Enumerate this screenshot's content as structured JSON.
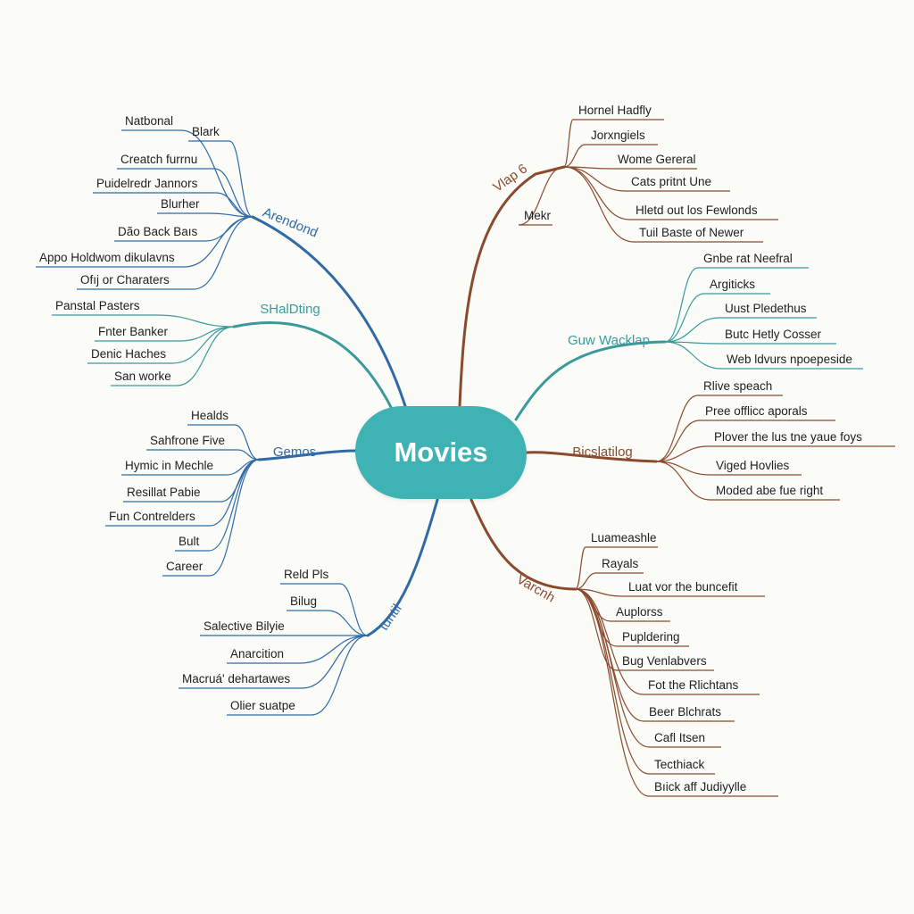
{
  "center": {
    "label": "Movies",
    "color": "#3fb3b3"
  },
  "branches": [
    {
      "id": "arendond",
      "label": "Arendond",
      "color": "#2f6aa6",
      "leaves": [
        "Natbonal",
        "Blark",
        "Creatch furrnu",
        "Puidelredr Jannors",
        "Blurher",
        "Dão Back Baıs",
        "Appo Holdwom dikulavns",
        "Ofıj or Charaters"
      ]
    },
    {
      "id": "shaldting",
      "label": "SHalDting",
      "color": "#3a9a9a",
      "leaves": [
        "Panstal Pasters",
        "Fnter Banker",
        "Denic Haches",
        "San worke"
      ]
    },
    {
      "id": "gemos",
      "label": "Gemos",
      "color": "#2f6aa6",
      "leaves": [
        "Healds",
        "Sahfrone Five",
        "Hymic in Mechle",
        "Resillat Pabie",
        "Fun Contrelders",
        "Bult",
        "Career"
      ]
    },
    {
      "id": "bottom-left",
      "label": "tuntil",
      "color": "#2f6aa6",
      "leaves": [
        "Reld Pls",
        "Bilug",
        "Salective Bilyie",
        "Anarcition",
        "Macruá' dehartawes",
        "Olier suatpe"
      ]
    },
    {
      "id": "top-right",
      "label": "Vlap 6",
      "color": "#8a4a2e",
      "leaves": [
        "Hornel Hadfly",
        "Jorxngiels",
        "Mekr",
        "Wome Gereral",
        "Cats pritnt Une",
        "Hletd out los Fewlonds",
        "Tuil Baste of Newer"
      ]
    },
    {
      "id": "guw-wacklap",
      "label": "Guw Wacklap",
      "color": "#3a9a9a",
      "leaves": [
        "Gnbe rat Neefral",
        "Argiticks",
        "Uust Pledethus",
        "Butc Hetly Cosser",
        "Web ldvurs npoepeside"
      ]
    },
    {
      "id": "bicslatilog",
      "label": "Bicslatilog",
      "color": "#8a4a2e",
      "leaves": [
        "Rlive speach",
        "Pree offlicc aporals",
        "Plover the lus tne yaue foys",
        "Viged Hovlies",
        "Moded abe fue right"
      ]
    },
    {
      "id": "bottom-right",
      "label": "Varcnh",
      "color": "#8a4a2e",
      "leaves": [
        "Luameashle",
        "Rayals",
        "Luat vor the buncefit",
        "Auplorss",
        "Pupldering",
        "Bug Venlabvers",
        "Fot the Rlichtans",
        "Beer Blchrats",
        "Cafl Itsen",
        "Tecthiack",
        "Bıick aff Judiyylle"
      ]
    }
  ]
}
